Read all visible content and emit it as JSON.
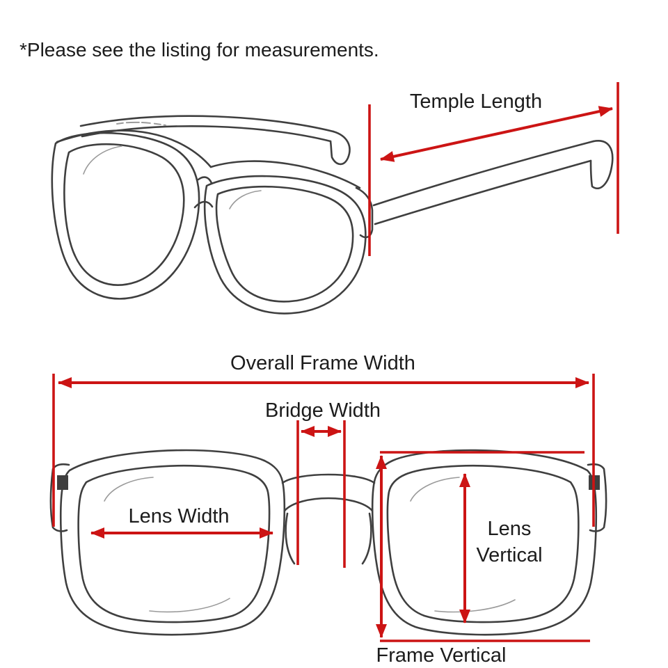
{
  "note": "*Please see the listing for measurements.",
  "labels": {
    "temple_length": "Temple Length",
    "overall_frame_width": "Overall Frame Width",
    "bridge_width": "Bridge Width",
    "lens_width": "Lens Width",
    "lens_vertical_line1": "Lens",
    "lens_vertical_line2": "Vertical",
    "frame_vertical": "Frame Vertical"
  },
  "colors": {
    "arrow": "#cc1414",
    "text": "#1c1c1c",
    "sketch": "#3f3f3f",
    "sketch_light": "#9a9a9a",
    "background": "#ffffff"
  }
}
